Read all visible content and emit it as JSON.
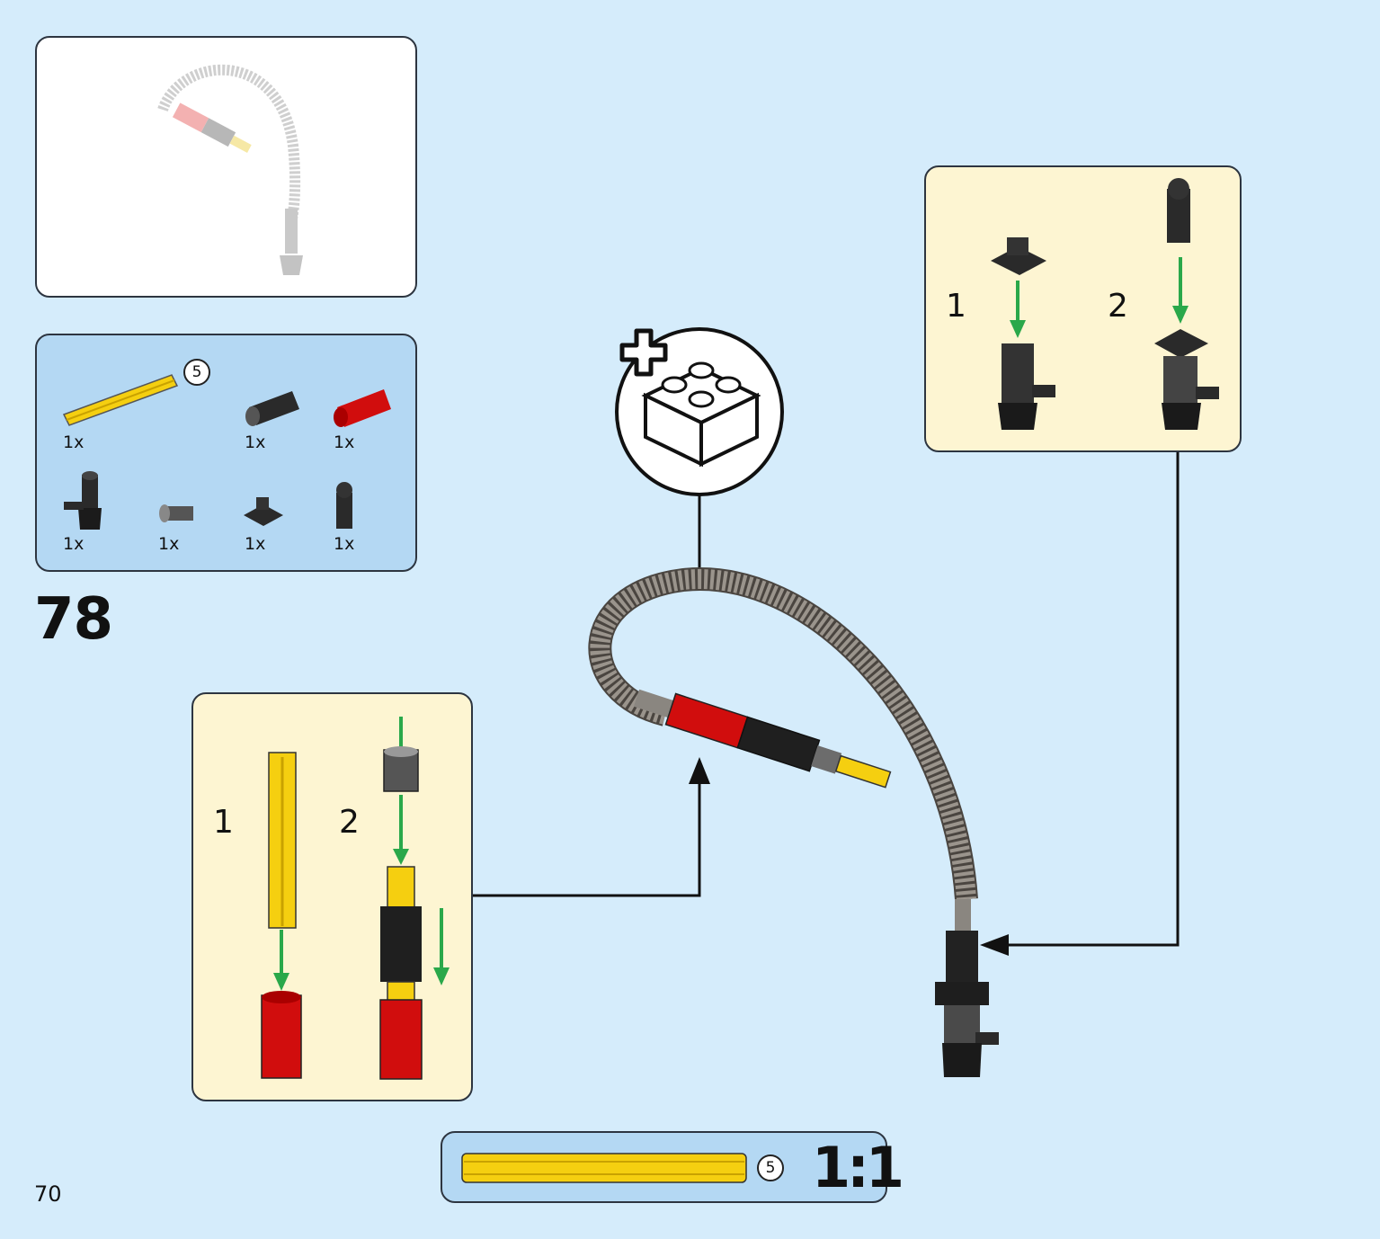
{
  "step": {
    "number": "78"
  },
  "page": {
    "number": "70"
  },
  "parts_list": {
    "items": [
      {
        "name": "axle-yellow-5",
        "qty": "1x",
        "length_badge": "5"
      },
      {
        "name": "axle-connector-black",
        "qty": "1x"
      },
      {
        "name": "axle-connector-red",
        "qty": "1x"
      },
      {
        "name": "hose-nozzle-black",
        "qty": "1x"
      },
      {
        "name": "bush-gray",
        "qty": "1x"
      },
      {
        "name": "plate-clip-black",
        "qty": "1x"
      },
      {
        "name": "bracket-black",
        "qty": "1x"
      }
    ]
  },
  "sub_left": {
    "step1": "1",
    "step2": "2"
  },
  "sub_right": {
    "step1": "1",
    "step2": "2"
  },
  "scale_bar": {
    "ratio": "1:1",
    "length_badge": "5"
  },
  "colors": {
    "background": "#d5ecfb",
    "callout": "#fdf5d2",
    "parts_panel": "#b4d8f3",
    "arrow_green": "#2aa84a",
    "axle_yellow": "#f5cf10",
    "connector_red": "#d10d0d"
  },
  "icons": [
    "add-bricks-icon",
    "arrow-icon"
  ]
}
